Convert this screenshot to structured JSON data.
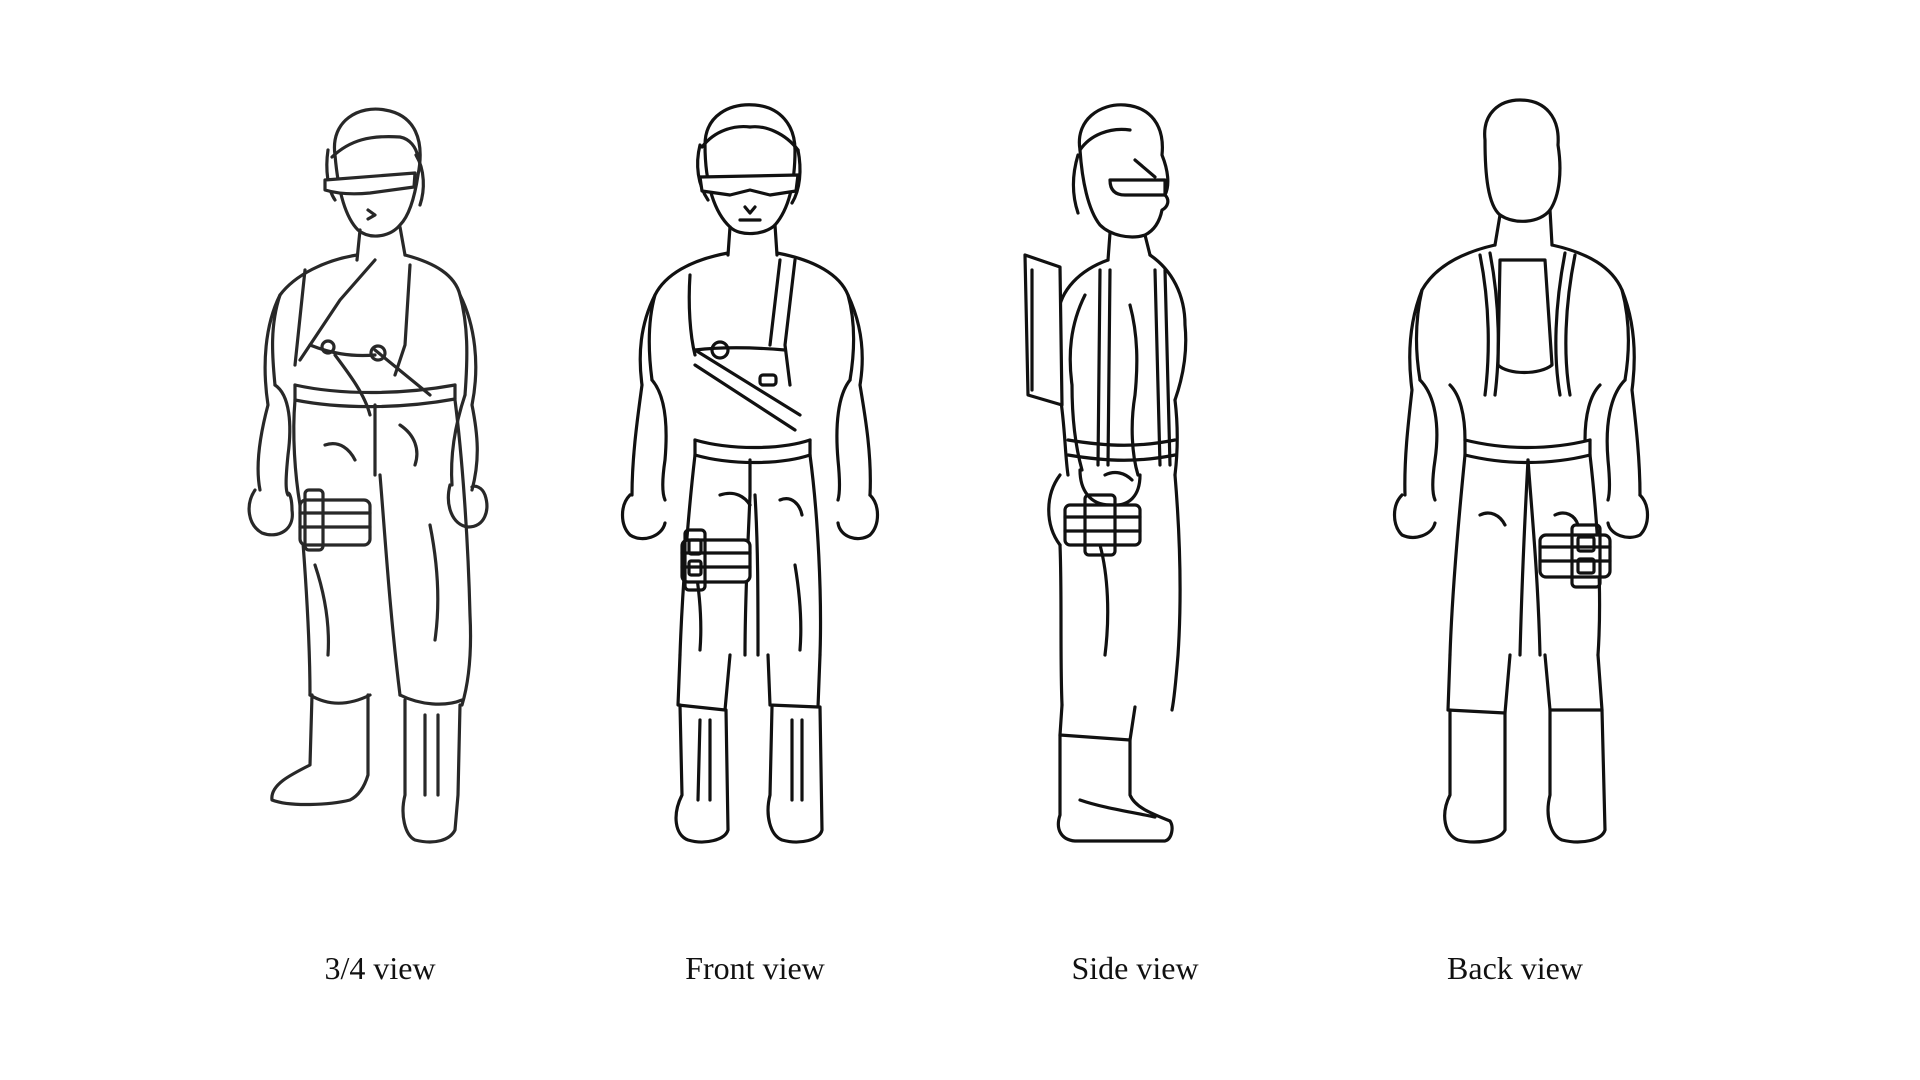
{
  "sheet": {
    "views": [
      {
        "id": "threequarter",
        "label": "3/4 view"
      },
      {
        "id": "front",
        "label": "Front view"
      },
      {
        "id": "side",
        "label": "Side view"
      },
      {
        "id": "back",
        "label": "Back view"
      }
    ]
  },
  "colors": {
    "background": "#ffffff",
    "line": "#111111"
  }
}
